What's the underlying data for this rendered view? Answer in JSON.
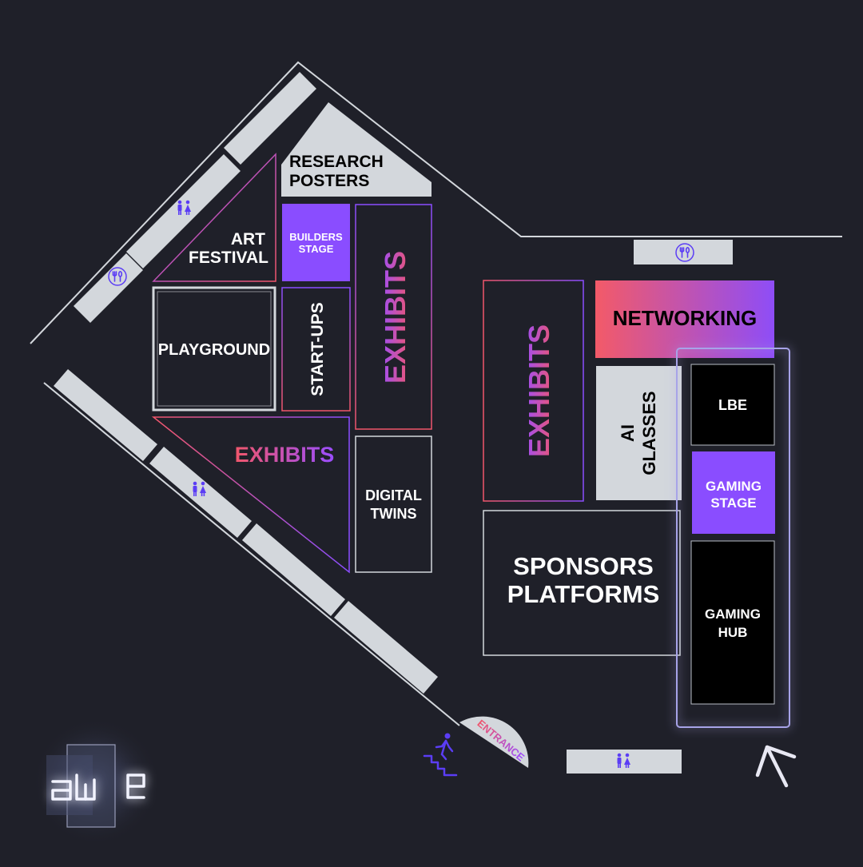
{
  "zones": {
    "research_posters": [
      "RESEARCH",
      "POSTERS"
    ],
    "art_festival": [
      "ART",
      "FESTIVAL"
    ],
    "builders_stage": [
      "BUILDERS",
      "STAGE"
    ],
    "playground": "PLAYGROUND",
    "start_ups": "START-UPS",
    "exhibits_tall": "EXHIBITS",
    "exhibits_triangle": "EXHIBITS",
    "digital_twins": [
      "DIGITAL",
      "TWINS"
    ],
    "exhibits_right": "EXHIBITS",
    "networking": "NETWORKING",
    "ai_glasses": [
      "AI",
      "GLASSES"
    ],
    "lbe": "LBE",
    "gaming_stage": [
      "GAMING",
      "STAGE"
    ],
    "sponsors_platforms": [
      "SPONSORS",
      "PLATFORMS"
    ],
    "gaming_hub": [
      "GAMING",
      "HUB"
    ],
    "entrance": "ENTRANCE"
  },
  "amenities": [
    {
      "kind": "restroom",
      "icon": "restroom-icon"
    },
    {
      "kind": "food",
      "icon": "food-icon"
    },
    {
      "kind": "food",
      "icon": "food-icon"
    },
    {
      "kind": "restroom",
      "icon": "restroom-icon"
    },
    {
      "kind": "restroom",
      "icon": "restroom-icon"
    }
  ],
  "icons": {
    "stairs": "stairs-icon",
    "north_arrow": "north-arrow-icon"
  },
  "logo": "awe",
  "colors": {
    "background": "#1f2029",
    "booth_light": "#d3d7dc",
    "purple": "#8a4dff",
    "red": "#f0566b",
    "black": "#000000",
    "icon_blue": "#5b3df5"
  }
}
